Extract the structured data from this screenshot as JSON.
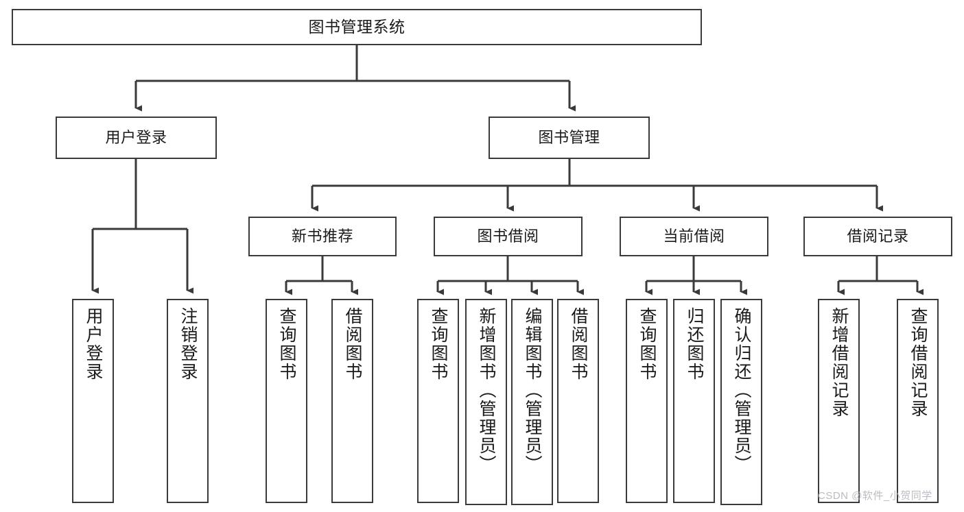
{
  "diagram": {
    "type": "tree",
    "title": "图书管理系统",
    "watermark": "CSDN @软件_小贺同学",
    "colors": {
      "box_border": "#3a3a3a",
      "box_fill": "#ffffff",
      "connector": "#3a3a3a",
      "text": "#1a1a1a",
      "watermark": "#b9bcc2"
    },
    "levels": {
      "root": "图书管理系统",
      "level2": [
        "用户登录",
        "图书管理"
      ],
      "level3": [
        "新书推荐",
        "图书借阅",
        "当前借阅",
        "借阅记录"
      ]
    },
    "nodes": {
      "root": {
        "label": "图书管理系统"
      },
      "user_login": {
        "label": "用户登录"
      },
      "book_manage": {
        "label": "图书管理"
      },
      "new_book_rec": {
        "label": "新书推荐"
      },
      "book_borrow": {
        "label": "图书借阅"
      },
      "current_borrow": {
        "label": "当前借阅"
      },
      "borrow_record": {
        "label": "借阅记录"
      },
      "leaf_user_login": {
        "label": "用户登录"
      },
      "leaf_logout": {
        "label": "注销登录"
      },
      "leaf_query_book_a": {
        "label": "查询图书"
      },
      "leaf_borrow_book_a": {
        "label": "借阅图书"
      },
      "leaf_query_book_b": {
        "label": "查询图书"
      },
      "leaf_add_book": {
        "label": "新增图书（管理员）"
      },
      "leaf_edit_book": {
        "label": "编辑图书（管理员）"
      },
      "leaf_borrow_book_b": {
        "label": "借阅图书"
      },
      "leaf_query_book_c": {
        "label": "查询图书"
      },
      "leaf_return_book": {
        "label": "归还图书"
      },
      "leaf_confirm_return": {
        "label": "确认归还（管理员）"
      },
      "leaf_add_record": {
        "label": "新增借阅记录"
      },
      "leaf_query_record": {
        "label": "查询借阅记录"
      }
    },
    "edges": [
      {
        "from": "root",
        "to": "user_login"
      },
      {
        "from": "root",
        "to": "book_manage"
      },
      {
        "from": "user_login",
        "to": "leaf_user_login"
      },
      {
        "from": "user_login",
        "to": "leaf_logout"
      },
      {
        "from": "book_manage",
        "to": "new_book_rec"
      },
      {
        "from": "book_manage",
        "to": "book_borrow"
      },
      {
        "from": "book_manage",
        "to": "current_borrow"
      },
      {
        "from": "book_manage",
        "to": "borrow_record"
      },
      {
        "from": "new_book_rec",
        "to": "leaf_query_book_a"
      },
      {
        "from": "new_book_rec",
        "to": "leaf_borrow_book_a"
      },
      {
        "from": "book_borrow",
        "to": "leaf_query_book_b"
      },
      {
        "from": "book_borrow",
        "to": "leaf_add_book"
      },
      {
        "from": "book_borrow",
        "to": "leaf_edit_book"
      },
      {
        "from": "book_borrow",
        "to": "leaf_borrow_book_b"
      },
      {
        "from": "current_borrow",
        "to": "leaf_query_book_c"
      },
      {
        "from": "current_borrow",
        "to": "leaf_return_book"
      },
      {
        "from": "current_borrow",
        "to": "leaf_confirm_return"
      },
      {
        "from": "borrow_record",
        "to": "leaf_add_record"
      },
      {
        "from": "borrow_record",
        "to": "leaf_query_record"
      }
    ]
  }
}
